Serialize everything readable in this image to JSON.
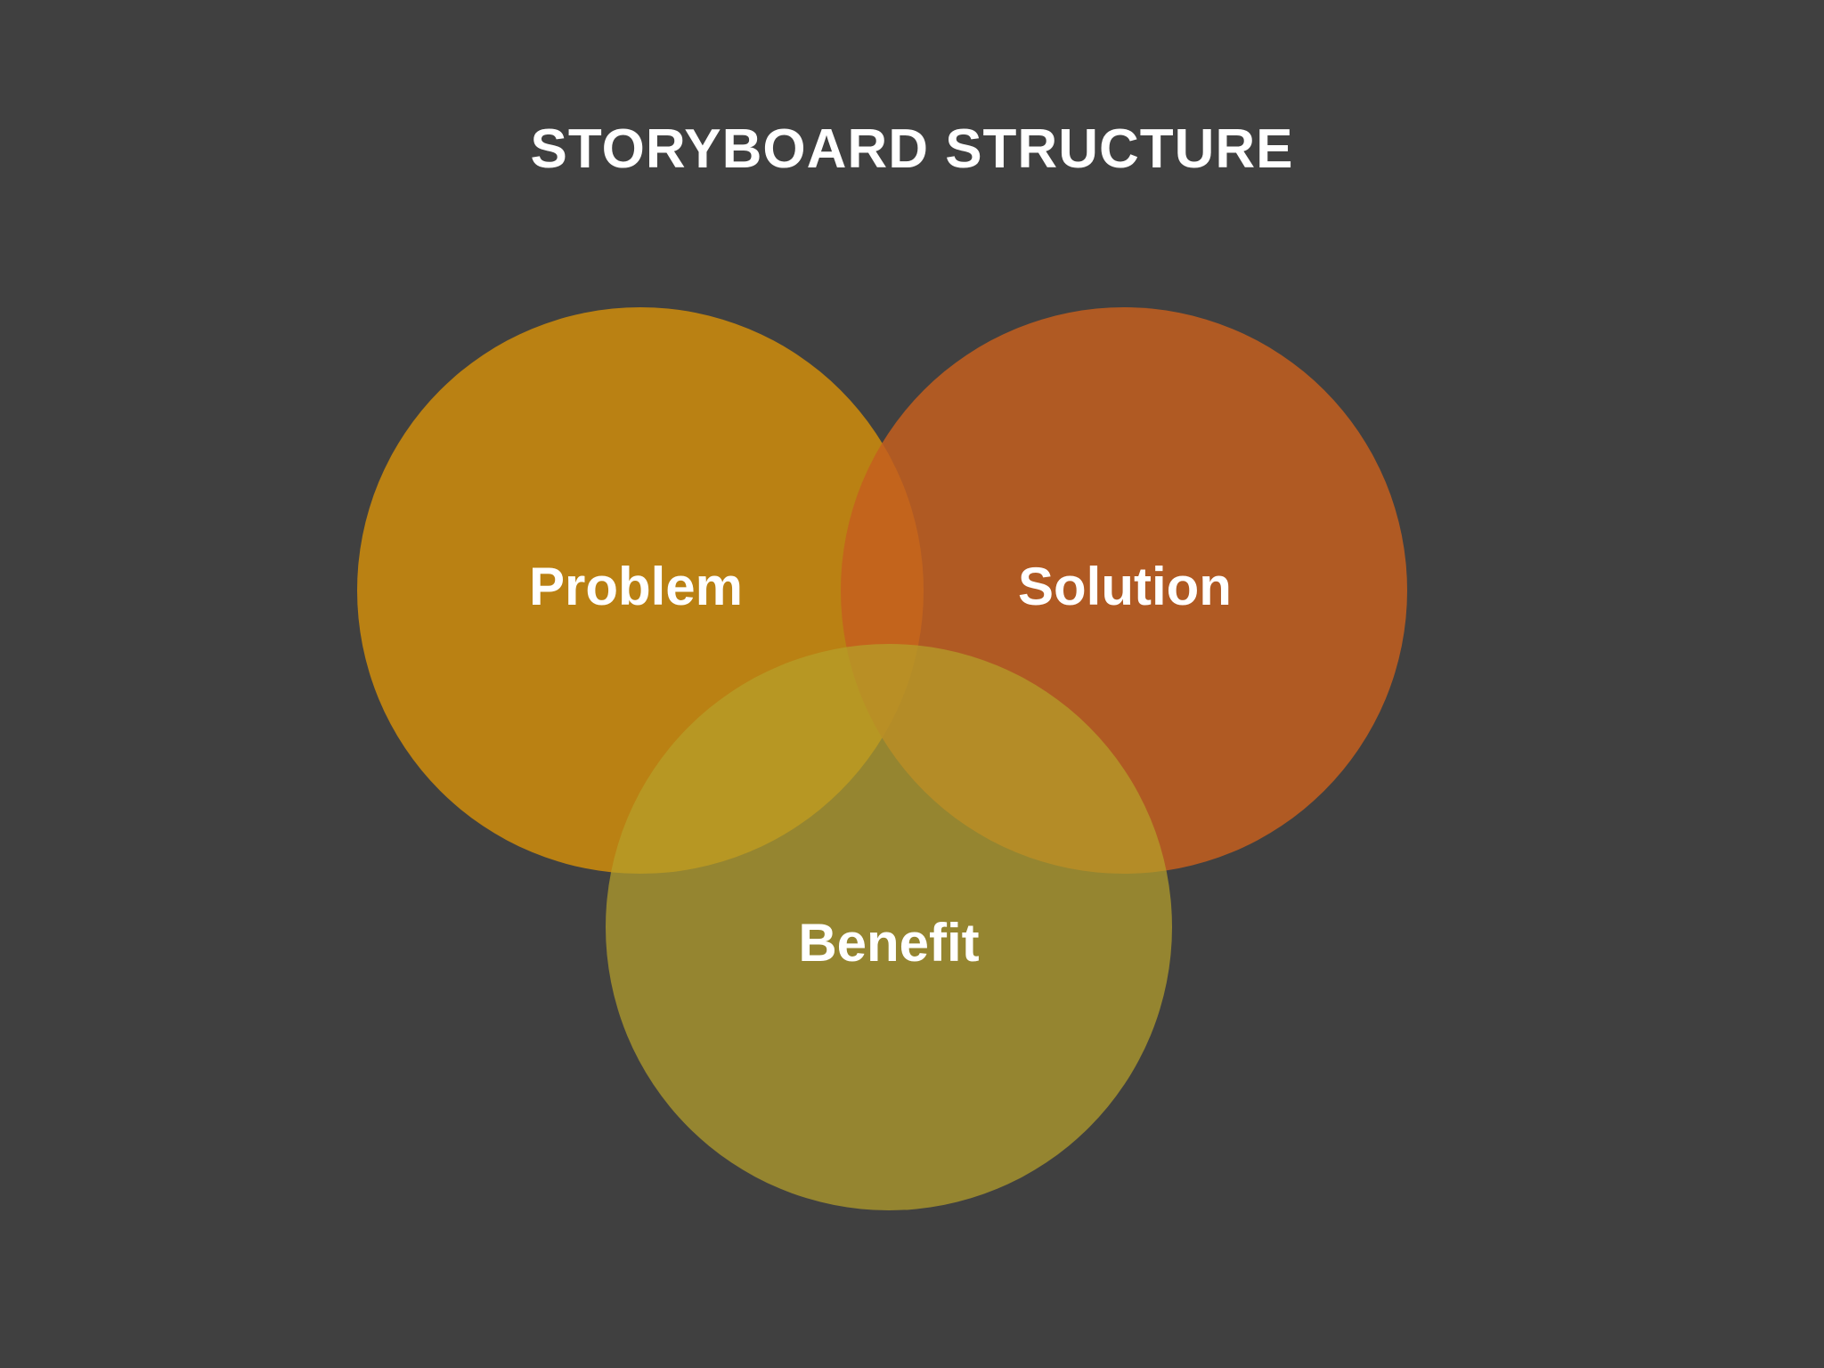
{
  "diagram": {
    "title": "STORYBOARD STRUCTURE",
    "sets": [
      {
        "id": "problem",
        "label": "Problem",
        "color": "#c4870f"
      },
      {
        "id": "solution",
        "label": "Solution",
        "color": "#b55e22"
      },
      {
        "id": "benefit",
        "label": "Benefit",
        "color": "#b6a02a"
      }
    ],
    "colors": {
      "background": "#404040",
      "text": "#ffffff"
    }
  }
}
